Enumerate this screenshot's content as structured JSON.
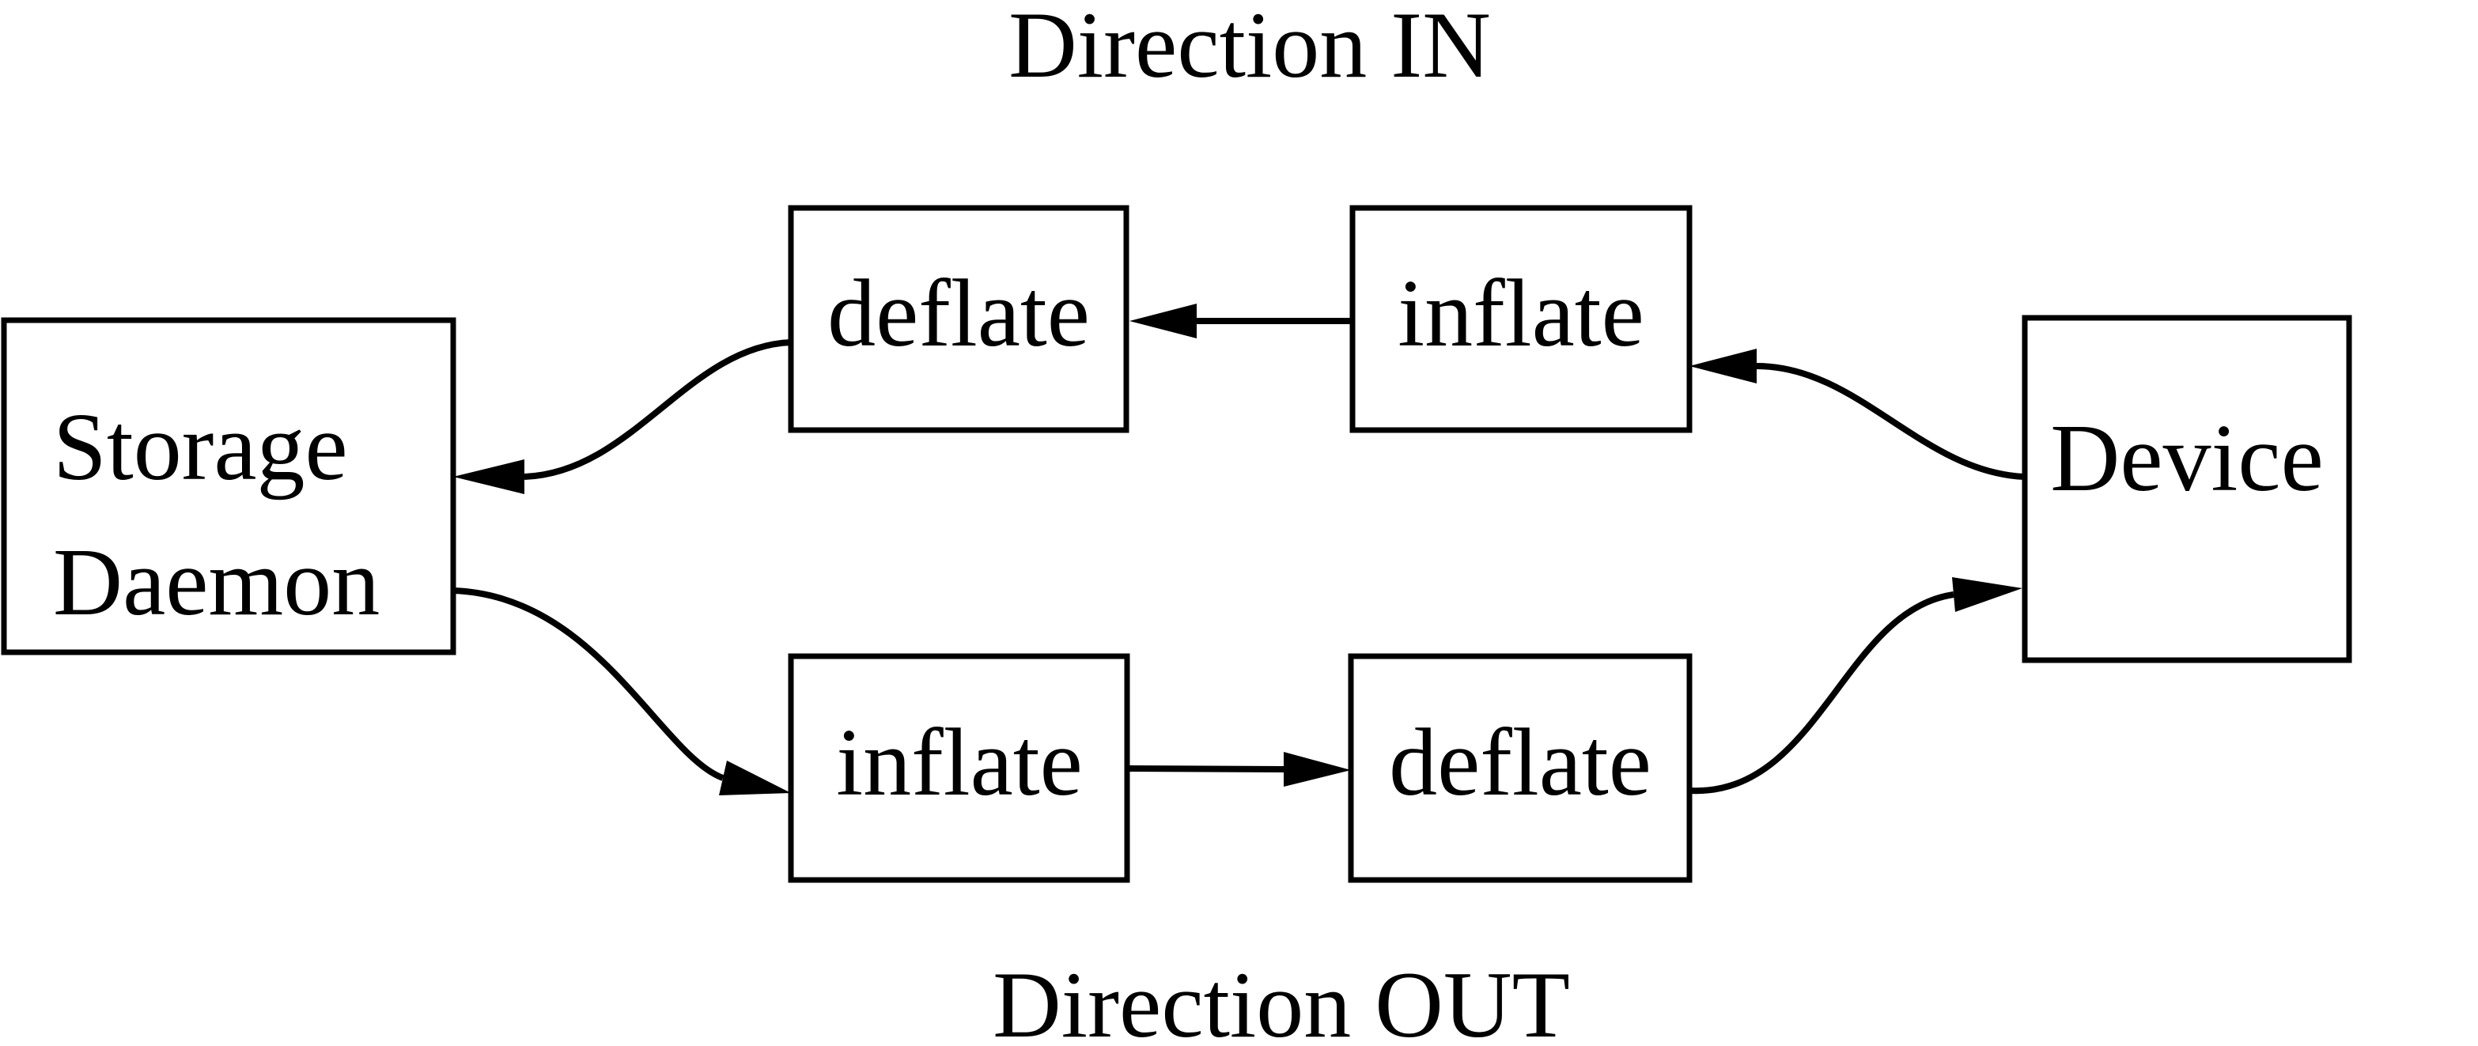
{
  "titles": {
    "direction_in": "Direction IN",
    "direction_out": "Direction OUT"
  },
  "nodes": {
    "storage_daemon": {
      "line1": "Storage",
      "line2": "Daemon"
    },
    "deflate_in": {
      "label": "deflate"
    },
    "inflate_in": {
      "label": "inflate"
    },
    "device": {
      "label": "Device"
    },
    "inflate_out": {
      "label": "inflate"
    },
    "deflate_out": {
      "label": "deflate"
    }
  },
  "arrows": [
    {
      "from": "device",
      "to": "inflate_in",
      "flow": "Direction IN"
    },
    {
      "from": "inflate_in",
      "to": "deflate_in",
      "flow": "Direction IN"
    },
    {
      "from": "deflate_in",
      "to": "storage_daemon",
      "flow": "Direction IN"
    },
    {
      "from": "storage_daemon",
      "to": "inflate_out",
      "flow": "Direction OUT"
    },
    {
      "from": "inflate_out",
      "to": "deflate_out",
      "flow": "Direction OUT"
    },
    {
      "from": "deflate_out",
      "to": "device",
      "flow": "Direction OUT"
    }
  ],
  "colors": {
    "line": "#000000",
    "background": "#ffffff"
  }
}
